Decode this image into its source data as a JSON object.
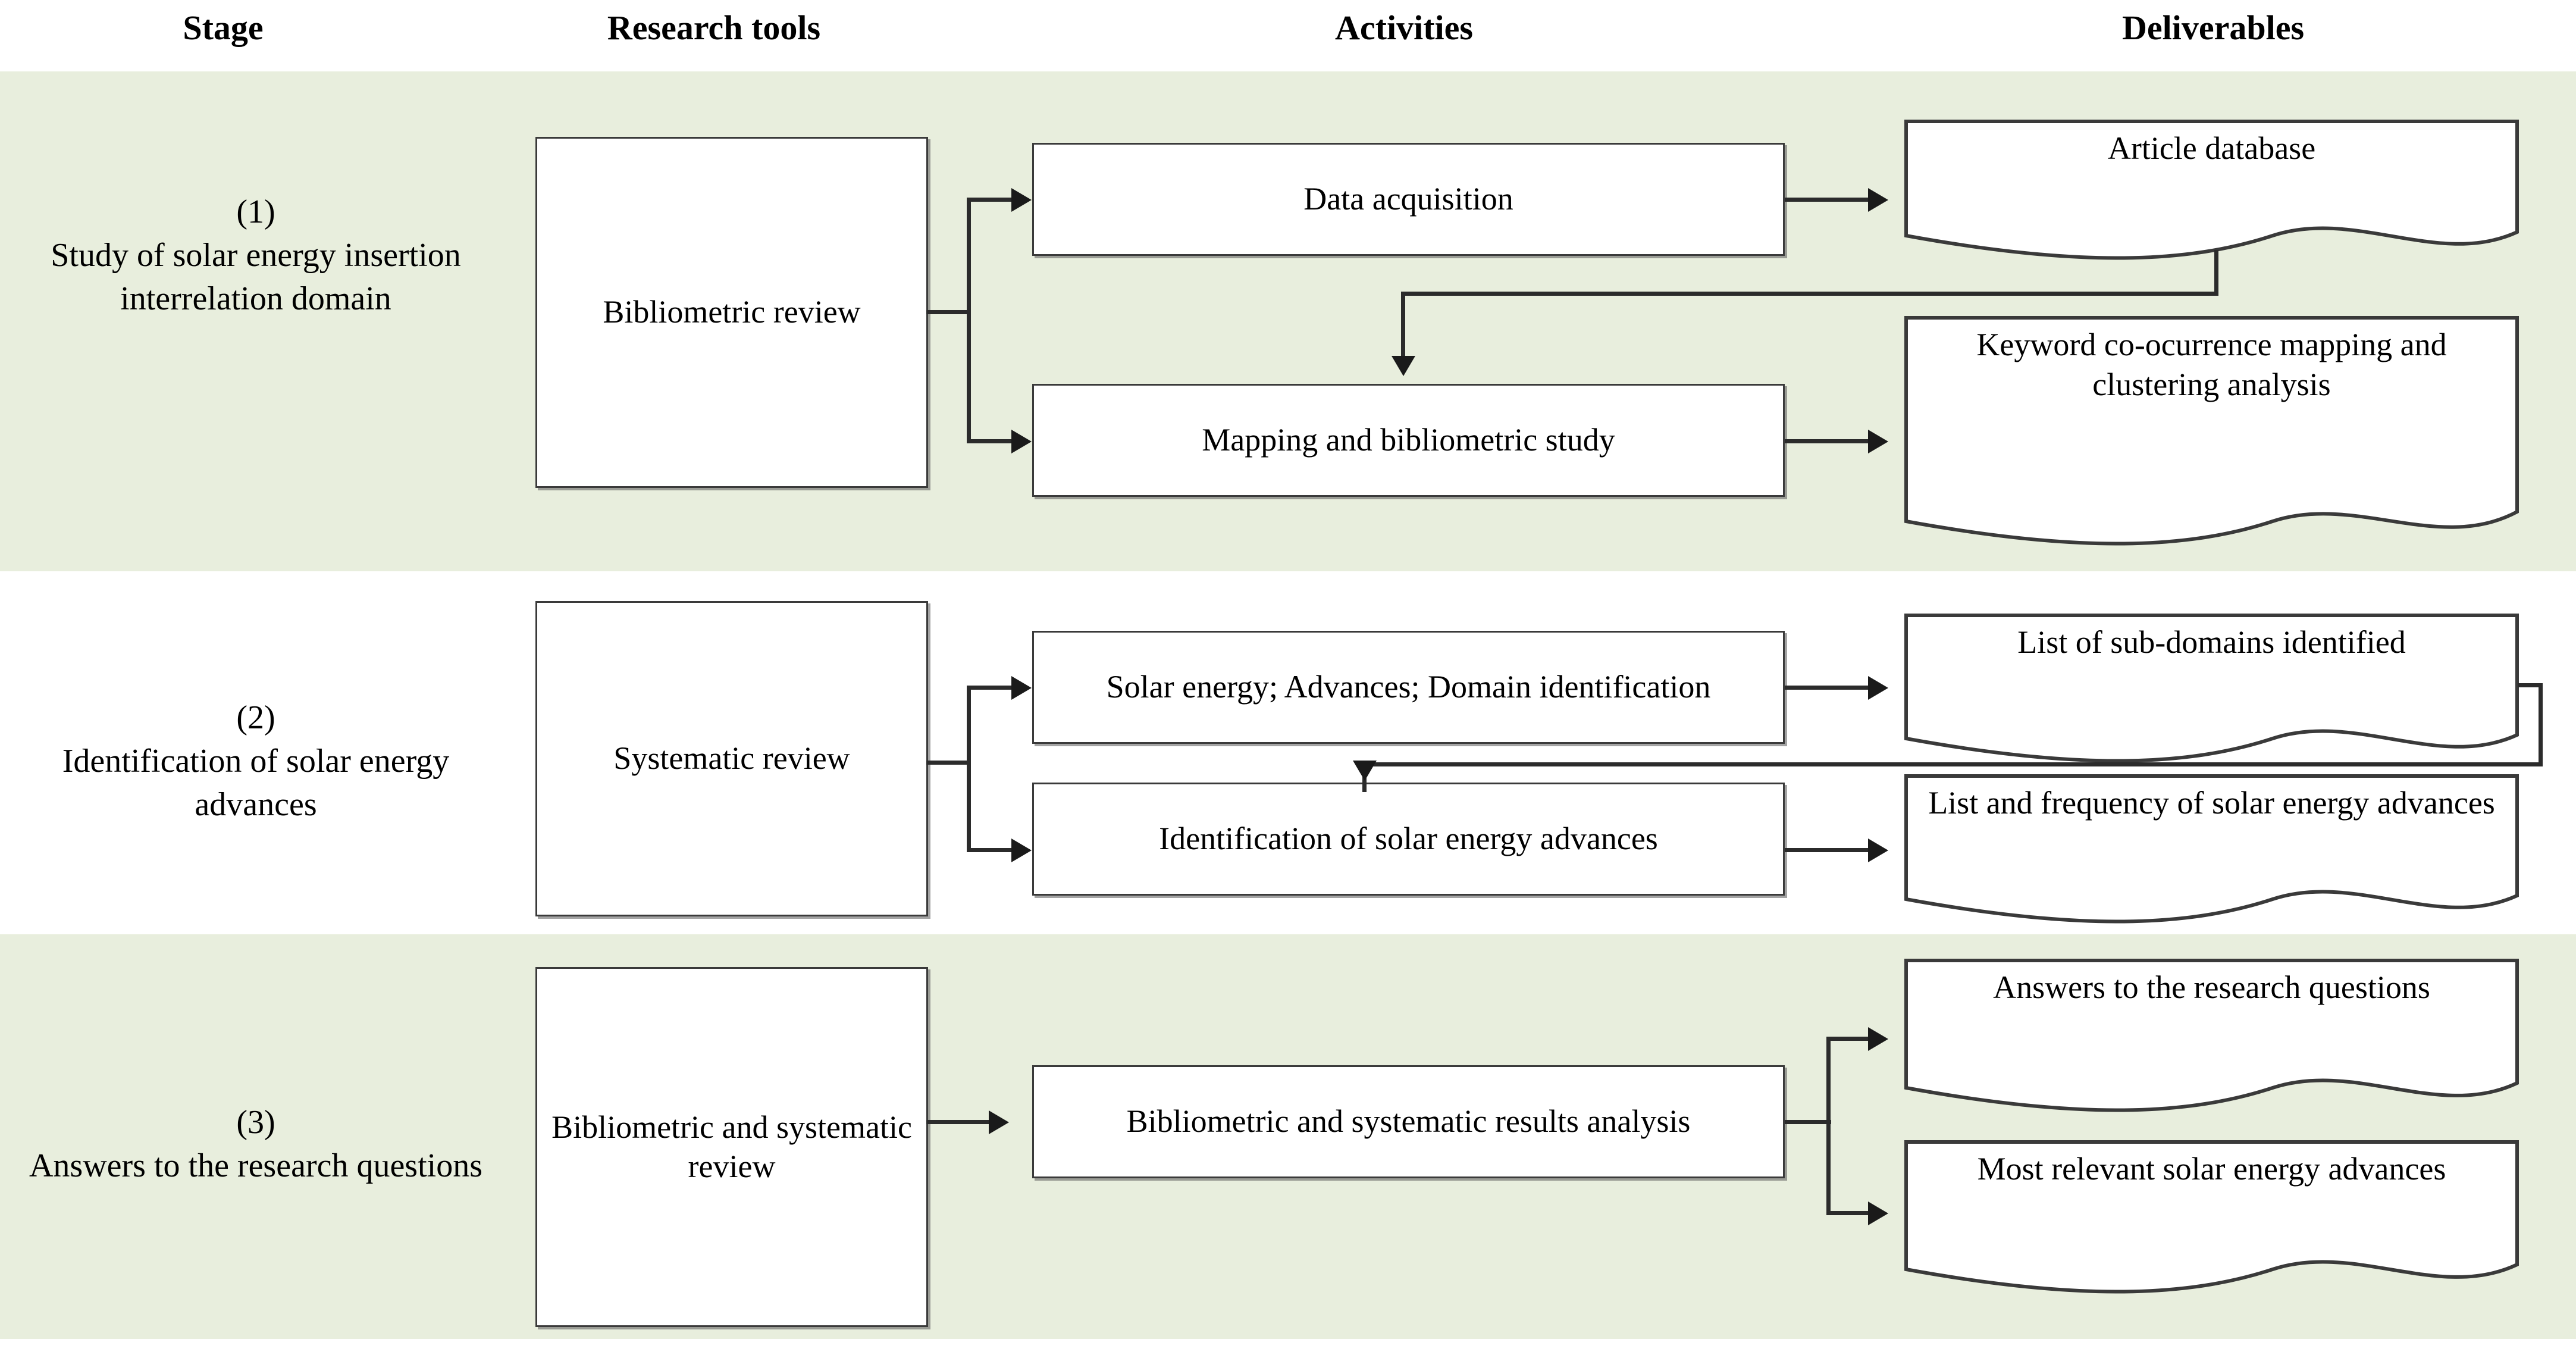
{
  "columns": [
    {
      "key": "stage",
      "label": "Stage"
    },
    {
      "key": "research_tools",
      "label": "Research tools"
    },
    {
      "key": "activities",
      "label": "Activities"
    },
    {
      "key": "deliverables",
      "label": "Deliverables"
    }
  ],
  "colors": {
    "band_green": "#e8eedd",
    "band_white": "#ffffff",
    "node_fill": "#ffffff",
    "node_border": "#3a3a3a",
    "connector": "#2b2b2b",
    "text": "#000000"
  },
  "stages": [
    {
      "number": "(1)",
      "title": "Study of  solar energy insertion interrelation domain",
      "background": "green",
      "tool": "Bibliometric review",
      "activities": [
        "Data acquisition",
        "Mapping and bibliometric study"
      ],
      "deliverables": [
        "Article database",
        "Keyword co-ocurrence mapping and clustering analysis"
      ]
    },
    {
      "number": "(2)",
      "title": "Identification of  solar energy advances",
      "background": "white",
      "tool": "Systematic review",
      "activities": [
        "Solar energy; Advances; Domain identification",
        "Identification of solar  energy advances"
      ],
      "deliverables": [
        "List of sub-domains identified",
        "List and frequency of  solar energy advances"
      ]
    },
    {
      "number": "(3)",
      "title": "Answers to the research questions",
      "background": "green",
      "tool": "Bibliometric and systematic review",
      "activities": [
        "Bibliometric and systematic results analysis"
      ],
      "deliverables": [
        "Answers to the research questions",
        "Most relevant  solar energy advances"
      ]
    }
  ]
}
